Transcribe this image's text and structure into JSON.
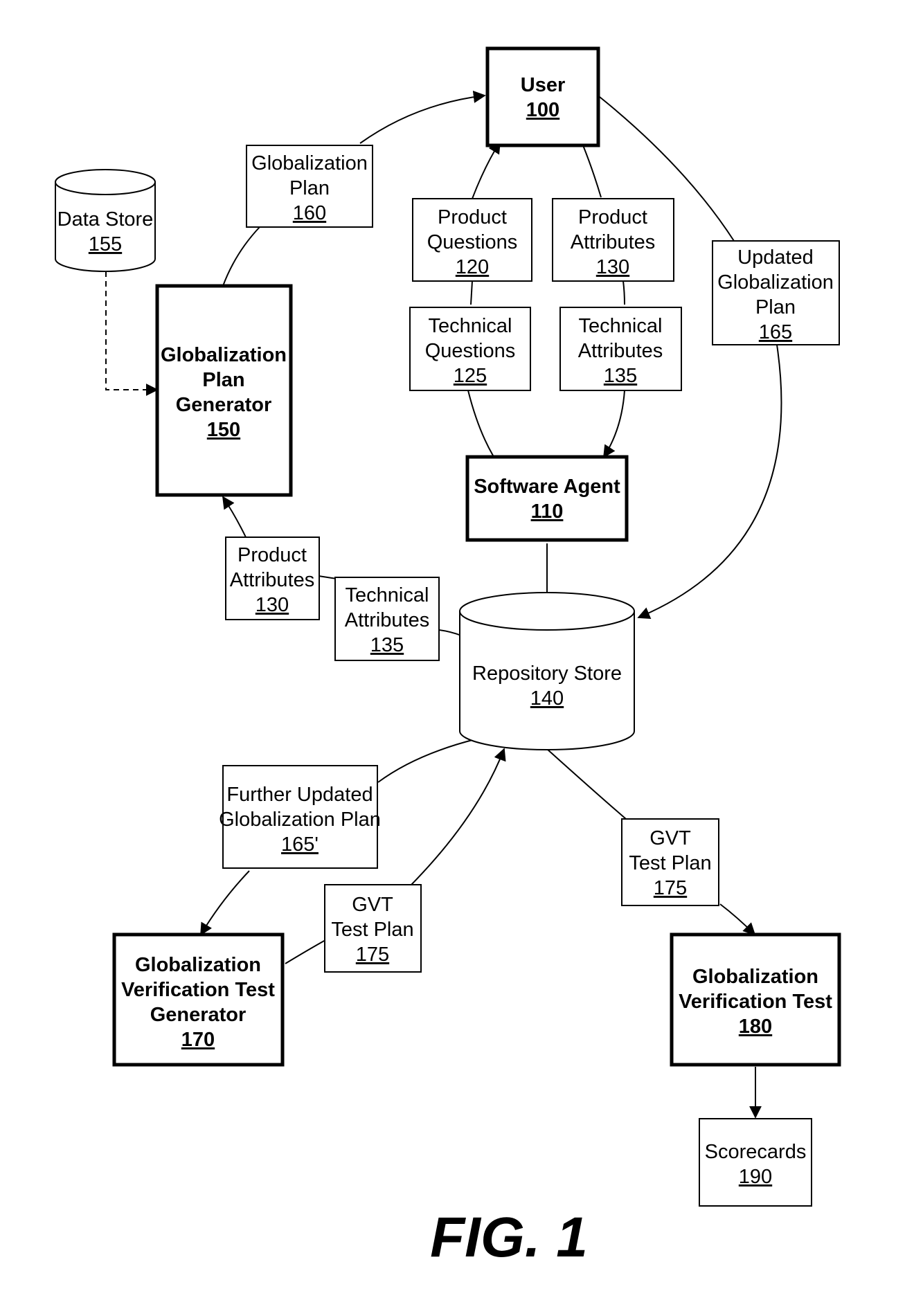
{
  "nodes": {
    "user": {
      "lines": [
        "User"
      ],
      "num": "100"
    },
    "product_questions": {
      "lines": [
        "Product",
        "Questions"
      ],
      "num": "120"
    },
    "product_attributes_top": {
      "lines": [
        "Product",
        "Attributes"
      ],
      "num": "130"
    },
    "technical_questions": {
      "lines": [
        "Technical",
        "Questions"
      ],
      "num": "125"
    },
    "technical_attributes_top": {
      "lines": [
        "Technical",
        "Attributes"
      ],
      "num": "135"
    },
    "software_agent": {
      "lines": [
        "Software Agent"
      ],
      "num": "110"
    },
    "globalization_plan": {
      "lines": [
        "Globalization",
        "Plan"
      ],
      "num": "160"
    },
    "data_store": {
      "lines": [
        "Data Store"
      ],
      "num": "155"
    },
    "plan_generator": {
      "lines": [
        "Globalization",
        "Plan",
        "Generator"
      ],
      "num": "150"
    },
    "updated_plan": {
      "lines": [
        "Updated",
        "Globalization",
        "Plan"
      ],
      "num": "165"
    },
    "product_attributes_left": {
      "lines": [
        "Product",
        "Attributes"
      ],
      "num": "130"
    },
    "technical_attributes_left": {
      "lines": [
        "Technical",
        "Attributes"
      ],
      "num": "135"
    },
    "repository_store": {
      "lines": [
        "Repository Store"
      ],
      "num": "140"
    },
    "further_updated_plan": {
      "lines": [
        "Further Updated",
        "Globalization Plan"
      ],
      "num": "165'"
    },
    "gvt_test_plan_left": {
      "lines": [
        "GVT",
        "Test Plan"
      ],
      "num": "175"
    },
    "gvt_test_plan_right": {
      "lines": [
        "GVT",
        "Test Plan"
      ],
      "num": "175"
    },
    "gvt_generator": {
      "lines": [
        "Globalization",
        "Verification Test",
        "Generator"
      ],
      "num": "170"
    },
    "gvt": {
      "lines": [
        "Globalization",
        "Verification Test"
      ],
      "num": "180"
    },
    "scorecards": {
      "lines": [
        "Scorecards"
      ],
      "num": "190"
    }
  },
  "figure_label": "FIG. 1"
}
